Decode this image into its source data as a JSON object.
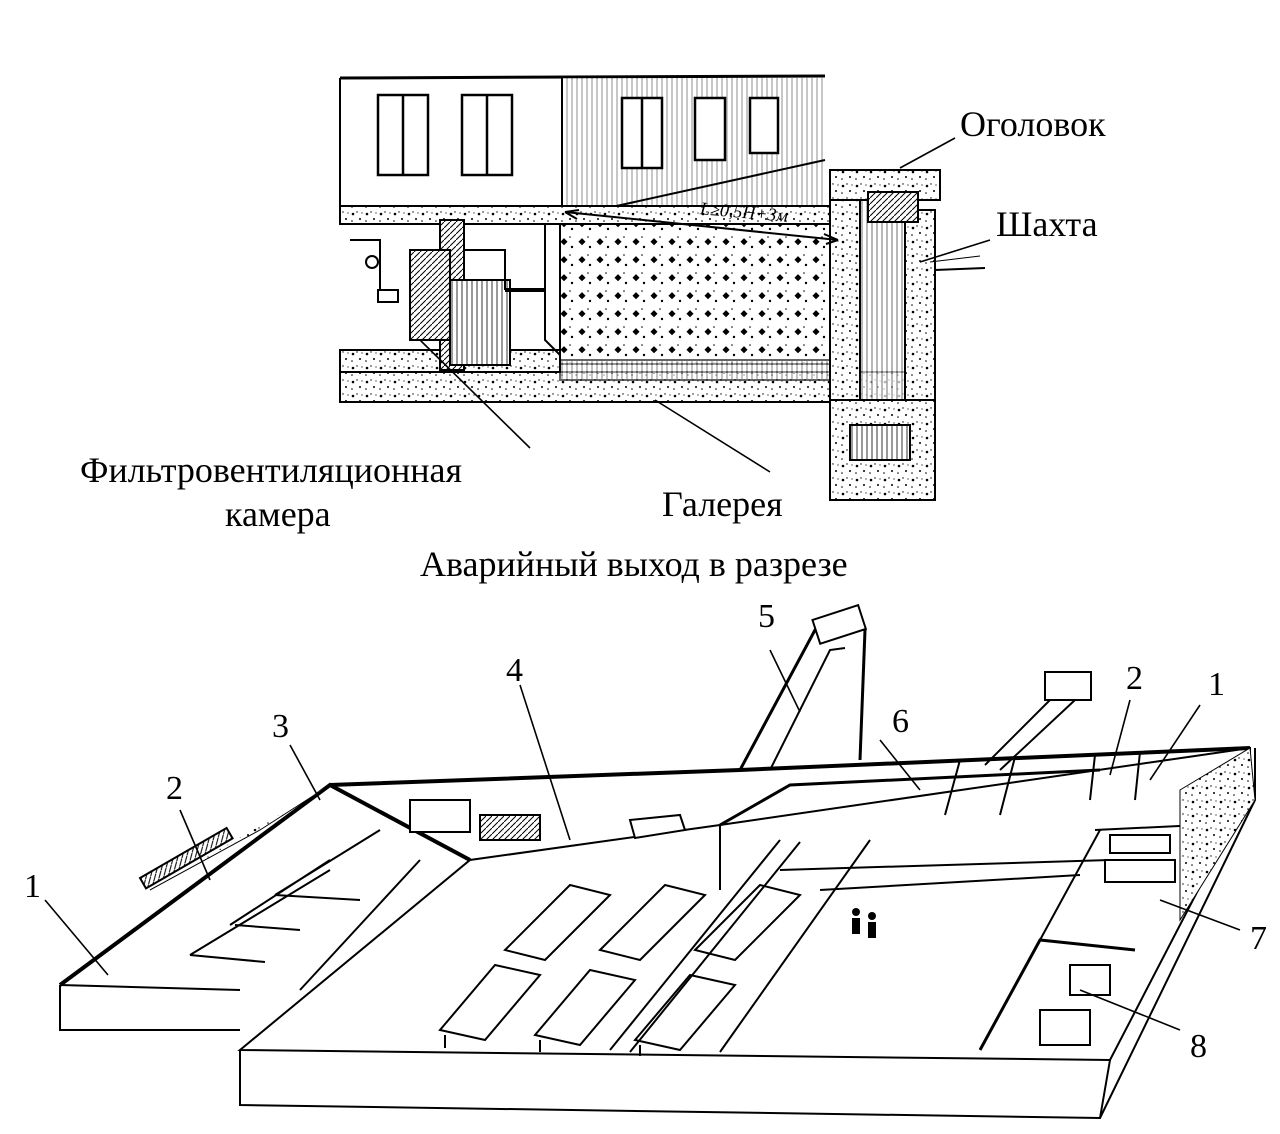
{
  "section": {
    "title": "Аварийный выход в разрезе",
    "labels": {
      "head": "Оголовок",
      "shaft": "Шахта",
      "filter_line1": "Фильтровентиляционная",
      "filter_line2": "камера",
      "gallery": "Галерея",
      "dimension": "L≥0,5H+3м"
    }
  },
  "plan": {
    "callouts": [
      "1",
      "2",
      "3",
      "4",
      "5",
      "6",
      "2",
      "1",
      "7",
      "8"
    ]
  }
}
